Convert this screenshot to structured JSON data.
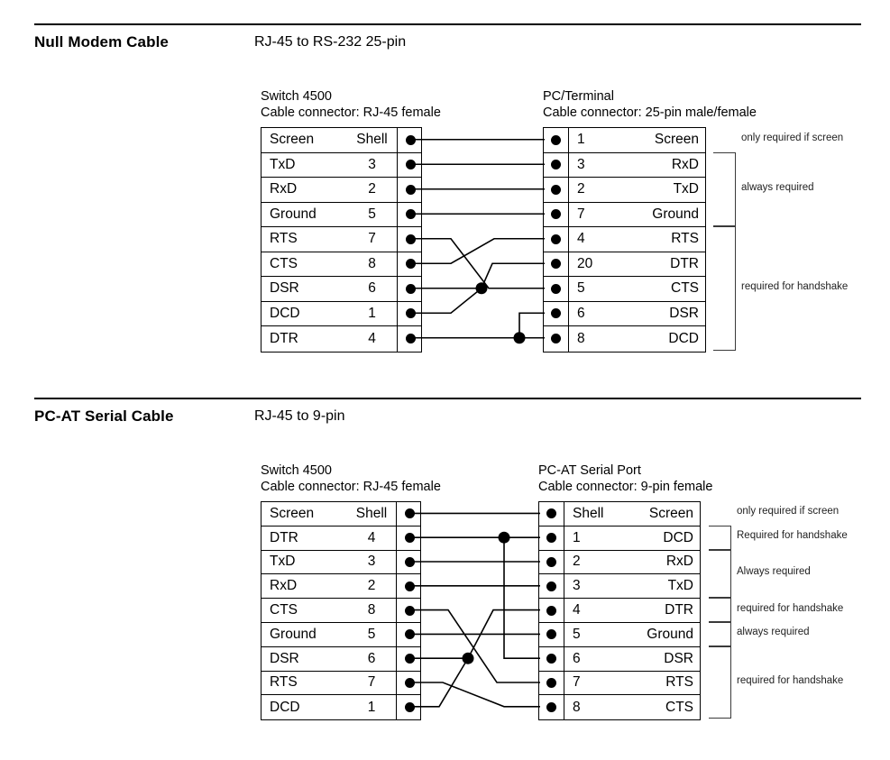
{
  "sections": [
    {
      "title": "Null Modem Cable",
      "subtitle": "RJ-45 to RS-232 25-pin",
      "left_header_line1": "Switch 4500",
      "left_header_line2": "Cable connector: RJ-45 female",
      "right_header_line1": "PC/Terminal",
      "right_header_line2": "Cable connector: 25-pin male/female",
      "left_rows": [
        {
          "signal": "Screen",
          "pin": "Shell"
        },
        {
          "signal": "TxD",
          "pin": "3"
        },
        {
          "signal": "RxD",
          "pin": "2"
        },
        {
          "signal": "Ground",
          "pin": "5"
        },
        {
          "signal": "RTS",
          "pin": "7"
        },
        {
          "signal": "CTS",
          "pin": "8"
        },
        {
          "signal": "DSR",
          "pin": "6"
        },
        {
          "signal": "DCD",
          "pin": "1"
        },
        {
          "signal": "DTR",
          "pin": "4"
        }
      ],
      "right_rows": [
        {
          "pin": "1",
          "signal": "Screen"
        },
        {
          "pin": "3",
          "signal": "RxD"
        },
        {
          "pin": "2",
          "signal": "TxD"
        },
        {
          "pin": "7",
          "signal": "Ground"
        },
        {
          "pin": "4",
          "signal": "RTS"
        },
        {
          "pin": "20",
          "signal": "DTR"
        },
        {
          "pin": "5",
          "signal": "CTS"
        },
        {
          "pin": "6",
          "signal": "DSR"
        },
        {
          "pin": "8",
          "signal": "DCD"
        }
      ],
      "notes": [
        {
          "text": "only required if screen",
          "from_row": 1,
          "to_row": 1,
          "bracket": false
        },
        {
          "text": "always required",
          "from_row": 2,
          "to_row": 4,
          "bracket": true
        },
        {
          "text": "required for handshake",
          "from_row": 5,
          "to_row": 9,
          "bracket": true
        }
      ],
      "connections": [
        {
          "left_row": 1,
          "right_row": 1,
          "type": "straight"
        },
        {
          "left_row": 2,
          "right_row": 2,
          "type": "straight"
        },
        {
          "left_row": 3,
          "right_row": 3,
          "type": "straight"
        },
        {
          "left_row": 4,
          "right_row": 4,
          "type": "straight"
        },
        {
          "left_row": 5,
          "right_row": 7,
          "type": "cross"
        },
        {
          "left_row": 6,
          "right_row": 5,
          "type": "cross"
        },
        {
          "left_row": 7,
          "right_row": 6,
          "type": "straight-junction"
        },
        {
          "left_row": 8,
          "right_row": 6,
          "type": "cross"
        },
        {
          "left_row": 9,
          "right_row": 9,
          "type": "straight-junction"
        },
        {
          "left_row": 9,
          "right_row": 8,
          "type": "branch"
        }
      ]
    },
    {
      "title": "PC-AT Serial Cable",
      "subtitle": "RJ-45 to 9-pin",
      "left_header_line1": "Switch 4500",
      "left_header_line2": "Cable connector: RJ-45 female",
      "right_header_line1": "PC-AT Serial Port",
      "right_header_line2": "Cable connector: 9-pin female",
      "left_rows": [
        {
          "signal": "Screen",
          "pin": "Shell"
        },
        {
          "signal": "DTR",
          "pin": "4"
        },
        {
          "signal": "TxD",
          "pin": "3"
        },
        {
          "signal": "RxD",
          "pin": "2"
        },
        {
          "signal": "CTS",
          "pin": "8"
        },
        {
          "signal": "Ground",
          "pin": "5"
        },
        {
          "signal": "DSR",
          "pin": "6"
        },
        {
          "signal": "RTS",
          "pin": "7"
        },
        {
          "signal": "DCD",
          "pin": "1"
        }
      ],
      "right_rows": [
        {
          "pin": "Shell",
          "signal": "Screen"
        },
        {
          "pin": "1",
          "signal": "DCD"
        },
        {
          "pin": "2",
          "signal": "RxD"
        },
        {
          "pin": "3",
          "signal": "TxD"
        },
        {
          "pin": "4",
          "signal": "DTR"
        },
        {
          "pin": "5",
          "signal": "Ground"
        },
        {
          "pin": "6",
          "signal": "DSR"
        },
        {
          "pin": "7",
          "signal": "RTS"
        },
        {
          "pin": "8",
          "signal": "CTS"
        }
      ],
      "notes": [
        {
          "text": "only required if screen",
          "from_row": 1,
          "to_row": 1,
          "bracket": false
        },
        {
          "text": "Required for handshake",
          "from_row": 2,
          "to_row": 2,
          "bracket": true
        },
        {
          "text": "Always required",
          "from_row": 3,
          "to_row": 4,
          "bracket": true
        },
        {
          "text": "required for handshake",
          "from_row": 5,
          "to_row": 5,
          "bracket": true
        },
        {
          "text": "always required",
          "from_row": 6,
          "to_row": 6,
          "bracket": true
        },
        {
          "text": "required for handshake",
          "from_row": 7,
          "to_row": 9,
          "bracket": true
        }
      ],
      "connections": [
        {
          "left_row": 1,
          "right_row": 1,
          "type": "straight"
        },
        {
          "left_row": 2,
          "right_row": 2,
          "type": "straight-junction"
        },
        {
          "left_row": 2,
          "right_row": 7,
          "type": "branch"
        },
        {
          "left_row": 3,
          "right_row": 3,
          "type": "straight"
        },
        {
          "left_row": 4,
          "right_row": 4,
          "type": "straight"
        },
        {
          "left_row": 5,
          "right_row": 8,
          "type": "cross"
        },
        {
          "left_row": 6,
          "right_row": 6,
          "type": "straight"
        },
        {
          "left_row": 7,
          "right_row": 5,
          "type": "straight-junction"
        },
        {
          "left_row": 8,
          "right_row": 9,
          "type": "cross"
        },
        {
          "left_row": 9,
          "right_row": 5,
          "type": "cross"
        }
      ]
    }
  ]
}
